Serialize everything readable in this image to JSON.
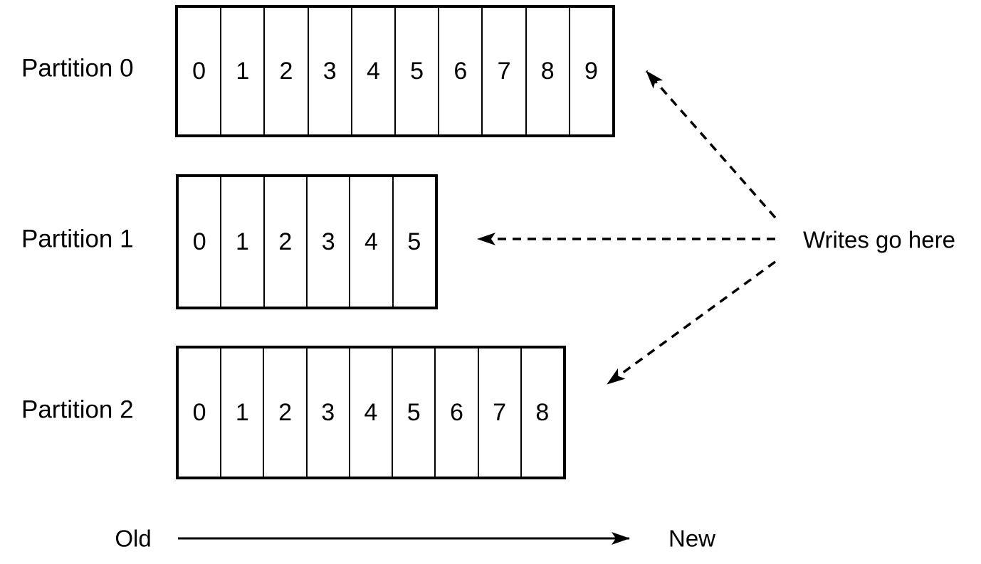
{
  "partitions": [
    {
      "label": "Partition 0",
      "cells": [
        "0",
        "1",
        "2",
        "3",
        "4",
        "5",
        "6",
        "7",
        "8",
        "9"
      ]
    },
    {
      "label": "Partition 1",
      "cells": [
        "0",
        "1",
        "2",
        "3",
        "4",
        "5"
      ]
    },
    {
      "label": "Partition 2",
      "cells": [
        "0",
        "1",
        "2",
        "3",
        "4",
        "5",
        "6",
        "7",
        "8"
      ]
    }
  ],
  "annotations": {
    "writes_label": "Writes go here",
    "old_label": "Old",
    "new_label": "New"
  },
  "colors": {
    "line": "#000000",
    "background": "#ffffff"
  }
}
